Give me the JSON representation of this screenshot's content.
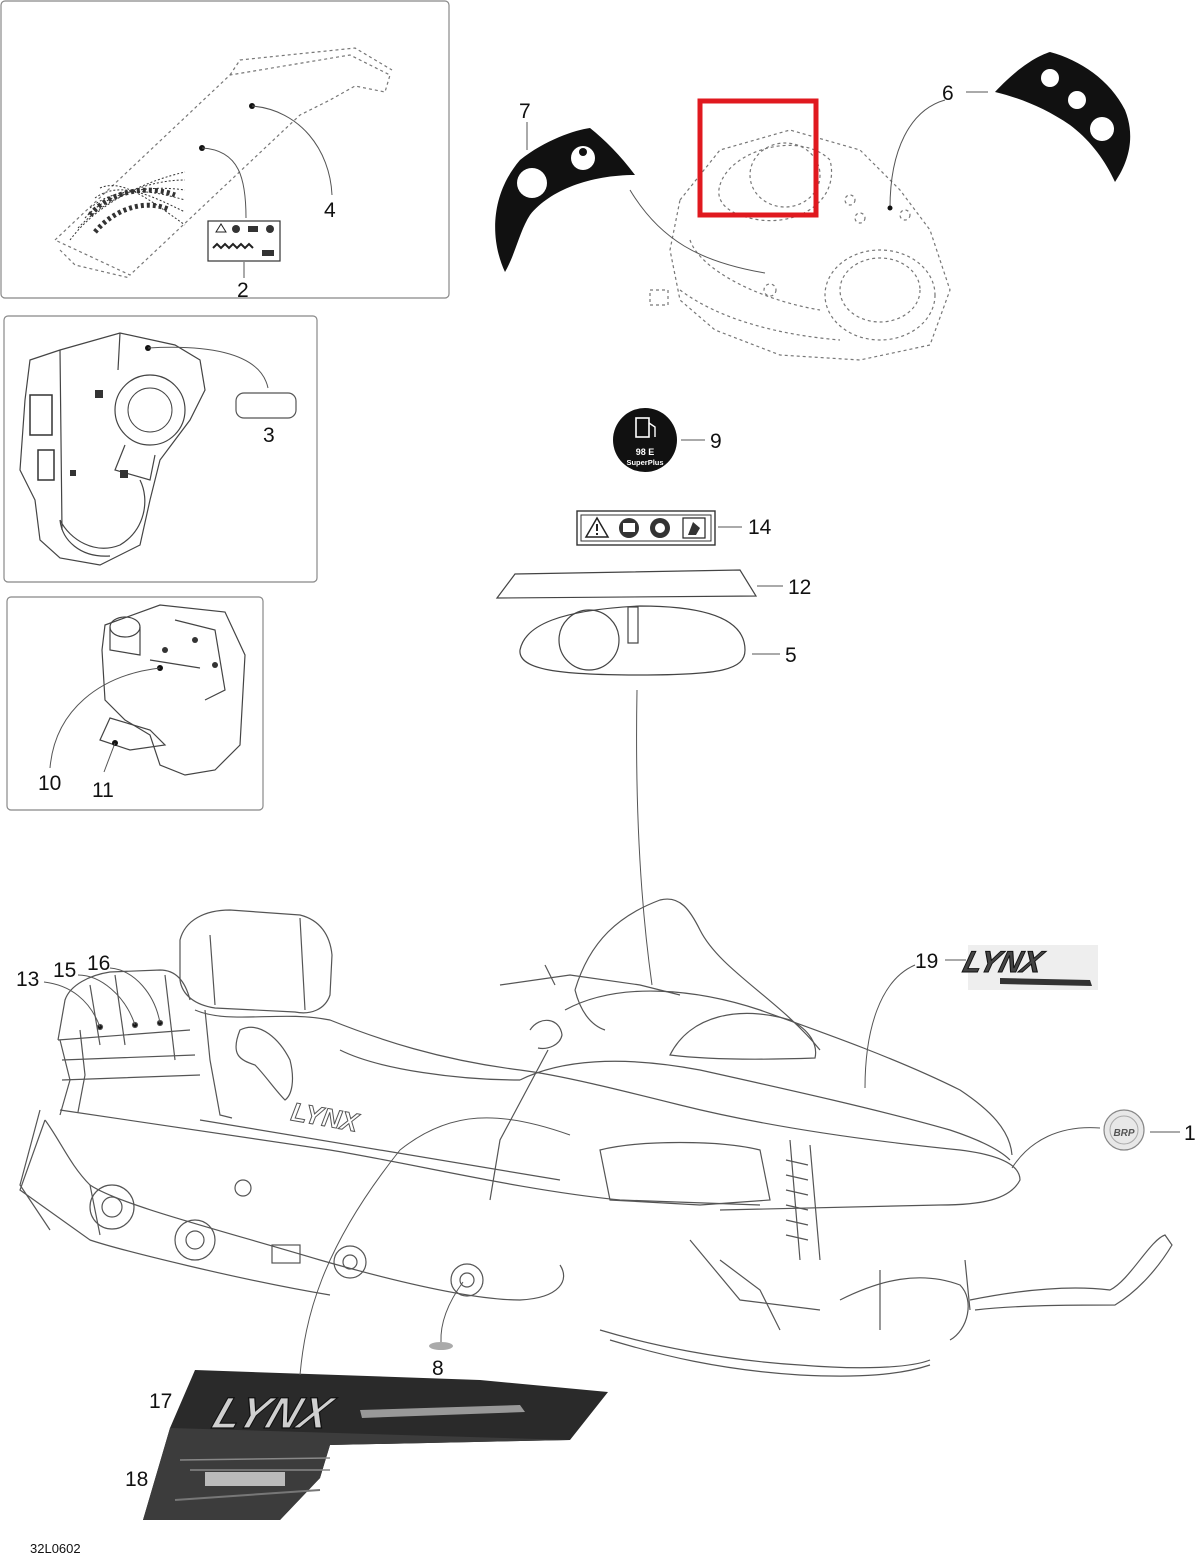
{
  "callouts": {
    "c1": "1",
    "c2": "2",
    "c3": "3",
    "c4": "4",
    "c5": "5",
    "c6": "6",
    "c7": "7",
    "c8": "8",
    "c9": "9",
    "c10": "10",
    "c11": "11",
    "c12": "12",
    "c13": "13",
    "c14": "14",
    "c15": "15",
    "c16": "16",
    "c17": "17",
    "c18": "18",
    "c19": "19"
  },
  "fuel_decal": {
    "line1": "98 E",
    "line2": "SuperPlus"
  },
  "drawing_code": "32L0602",
  "colors": {
    "highlight": "#e0191f",
    "ink": "#111111",
    "line": "#444444",
    "panel_border": "#888888"
  },
  "icons": [
    "warning-icon",
    "manual-icon",
    "helmet-icon",
    "seat-icon",
    "fuel-pump-icon"
  ]
}
